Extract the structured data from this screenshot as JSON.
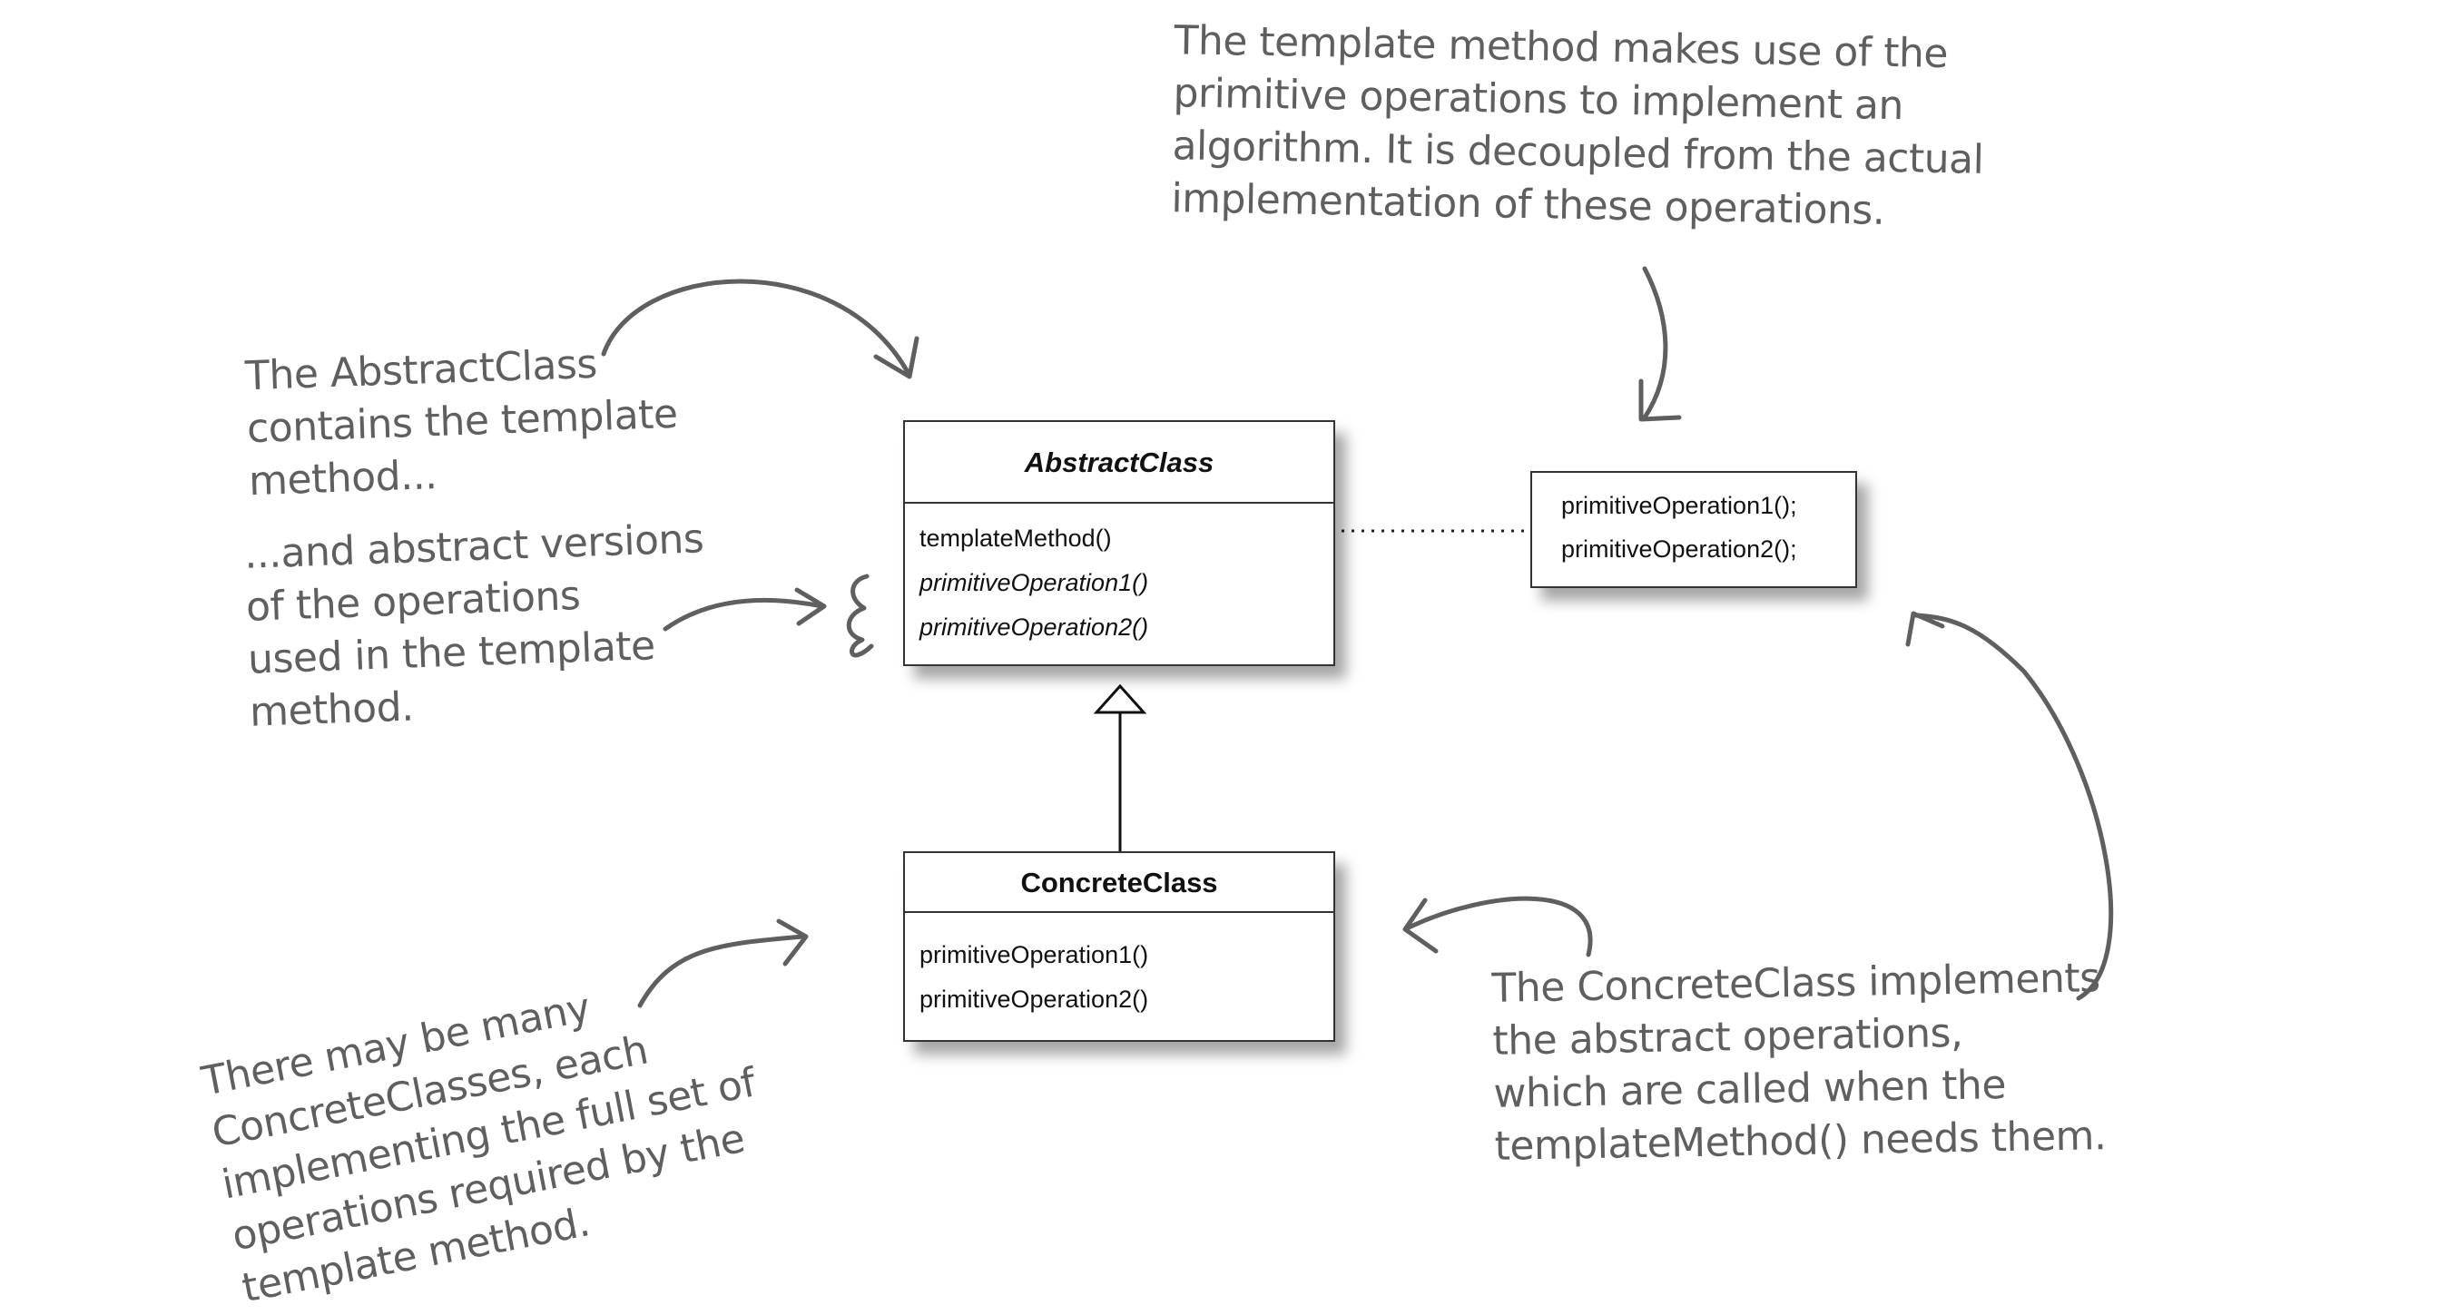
{
  "notes": {
    "abstract_contains": "The AbstractClass\ncontains the template\nmethod...",
    "abstract_versions": "...and abstract versions\nof the operations\nused in the template\nmethod.",
    "template_uses": "The template method makes use of the\nprimitive operations to implement an\nalgorithm. It is decoupled from the actual\nimplementation of these operations.",
    "many_concrete": "There may be many\nConcreteClasses, each\nimplementing the full set of\noperations required by the\ntemplate method.",
    "concrete_implements": "The ConcreteClass implements\nthe abstract operations,\nwhich are called when the\ntemplateMethod() needs them."
  },
  "abstract_class": {
    "name": "AbstractClass",
    "operations": [
      "templateMethod()",
      "primitiveOperation1()",
      "primitiveOperation2()"
    ]
  },
  "concrete_class": {
    "name": "ConcreteClass",
    "operations": [
      "primitiveOperation1()",
      "primitiveOperation2()"
    ]
  },
  "template_body": {
    "lines": [
      "primitiveOperation1();",
      "primitiveOperation2();"
    ]
  },
  "colors": {
    "annotation": "#5f5f5f",
    "uml_border": "#333333",
    "uml_text": "#111111"
  }
}
